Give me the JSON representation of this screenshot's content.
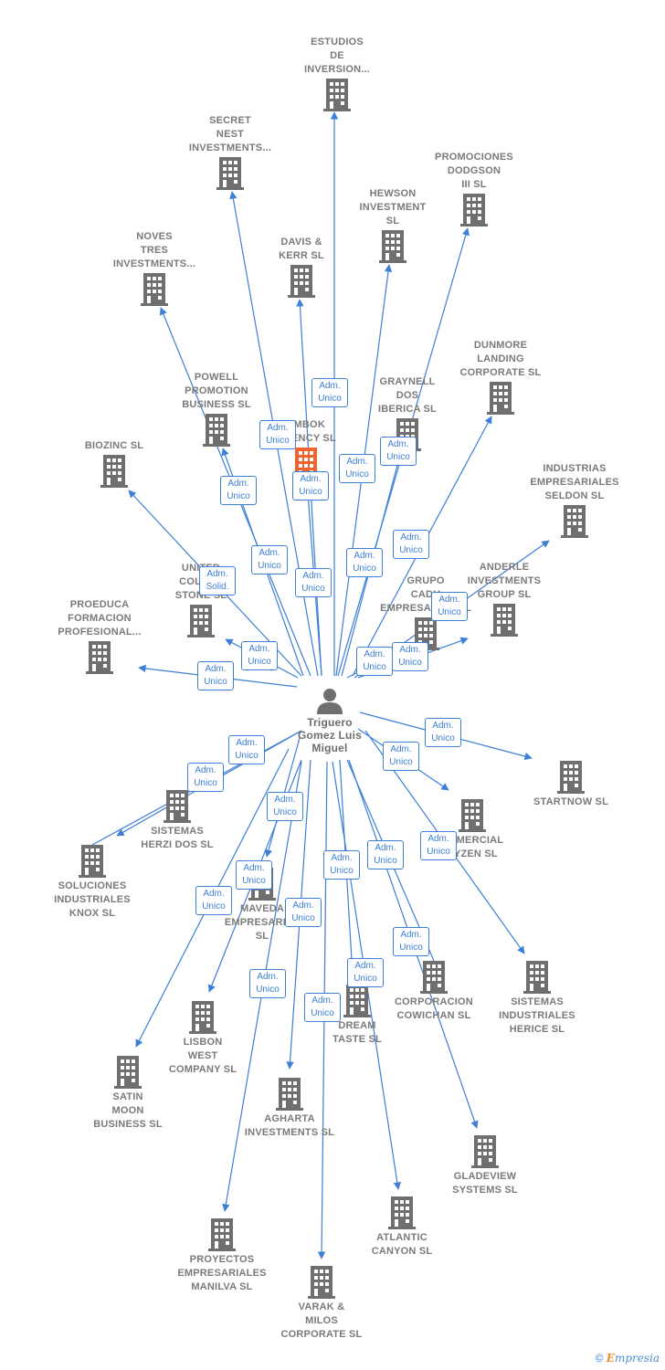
{
  "center": {
    "name": "Triguero\nGomez Luis\nMiguel",
    "icon": "person-icon"
  },
  "colors": {
    "edge": "#3d7fd6",
    "building": "#6f6f6f",
    "highlight": "#f0622e",
    "label": "#7a7a7a"
  },
  "companies": [
    {
      "name": "ESTUDIOS\nDE\nINVERSION...",
      "icon": "building-icon"
    },
    {
      "name": "SECRET\nNEST\nINVESTMENTS...",
      "icon": "building-icon"
    },
    {
      "name": "PROMOCIONES\nDODGSON\nIII SL",
      "icon": "building-icon"
    },
    {
      "name": "HEWSON\nINVESTMENT\nSL",
      "icon": "building-icon"
    },
    {
      "name": "DAVIS &\nKERR SL",
      "icon": "building-icon"
    },
    {
      "name": "NOVES\nTRES\nINVESTMENTS...",
      "icon": "building-icon"
    },
    {
      "name": "DUNMORE\nLANDING\nCORPORATE SL",
      "icon": "building-icon"
    },
    {
      "name": "POWELL\nPROMOTION\nBUSINESS  SL",
      "icon": "building-icon"
    },
    {
      "name": "GRAYNELL\nDOS\nIBERICA  SL",
      "icon": "building-icon"
    },
    {
      "name": "EMBOK\nAGENCY  SL",
      "icon": "building-icon",
      "highlight": true
    },
    {
      "name": "BIOZINC SL",
      "icon": "building-icon"
    },
    {
      "name": "INDUSTRIAS\nEMPRESARIALES\nSELDON SL",
      "icon": "building-icon"
    },
    {
      "name": "UNITED\nCOLOSS\nSTONE SL",
      "icon": "building-icon"
    },
    {
      "name": "ANDERLE\nINVESTMENTS\nGROUP SL",
      "icon": "building-icon"
    },
    {
      "name": "GRUPO\nCADU\nEMPRESARIAL SL",
      "icon": "building-icon"
    },
    {
      "name": "PROEDUCA\nFORMACION\nPROFESIONAL...",
      "icon": "building-icon"
    },
    {
      "name": "STARTNOW SL",
      "icon": "building-icon"
    },
    {
      "name": "SISTEMAS\nHERZI DOS SL",
      "icon": "building-icon"
    },
    {
      "name": "COMERCIAL\nRYZEN SL",
      "icon": "building-icon"
    },
    {
      "name": "SOLUCIONES\nINDUSTRIALES\nKNOX SL",
      "icon": "building-icon"
    },
    {
      "name": "MAVEDA\nEMPRESARIAL\nSL",
      "icon": "building-icon"
    },
    {
      "name": "SISTEMAS\nINDUSTRIALES\nHERICE  SL",
      "icon": "building-icon"
    },
    {
      "name": "CORPORACION\nCOWICHAN SL",
      "icon": "building-icon"
    },
    {
      "name": "DREAM\nTASTE SL",
      "icon": "building-icon"
    },
    {
      "name": "LISBON\nWEST\nCOMPANY  SL",
      "icon": "building-icon"
    },
    {
      "name": "SATIN\nMOON\nBUSINESS SL",
      "icon": "building-icon"
    },
    {
      "name": "AGHARTA\nINVESTMENTS SL",
      "icon": "building-icon"
    },
    {
      "name": "GLADEVIEW\nSYSTEMS  SL",
      "icon": "building-icon"
    },
    {
      "name": "ATLANTIC\nCANYON SL",
      "icon": "building-icon"
    },
    {
      "name": "PROYECTOS\nEMPRESARIALES\nMANILVA SL",
      "icon": "building-icon"
    },
    {
      "name": "VARAK &\nMILOS\nCORPORATE SL",
      "icon": "building-icon"
    }
  ],
  "roles": {
    "unico": "Adm.\nUnico",
    "solid": "Adm.\nSolid."
  },
  "badges": [
    {
      "role": "unico"
    },
    {
      "role": "unico"
    },
    {
      "role": "unico"
    },
    {
      "role": "unico"
    },
    {
      "role": "unico"
    },
    {
      "role": "unico"
    },
    {
      "role": "unico"
    },
    {
      "role": "unico"
    },
    {
      "role": "unico"
    },
    {
      "role": "solid"
    },
    {
      "role": "unico"
    },
    {
      "role": "unico"
    },
    {
      "role": "unico"
    },
    {
      "role": "unico"
    },
    {
      "role": "unico"
    },
    {
      "role": "unico"
    },
    {
      "role": "unico"
    },
    {
      "role": "unico"
    },
    {
      "role": "unico"
    },
    {
      "role": "unico"
    },
    {
      "role": "unico"
    },
    {
      "role": "unico"
    },
    {
      "role": "unico"
    },
    {
      "role": "unico"
    },
    {
      "role": "unico"
    },
    {
      "role": "unico"
    },
    {
      "role": "unico"
    },
    {
      "role": "unico"
    },
    {
      "role": "unico"
    },
    {
      "role": "unico"
    },
    {
      "role": "unico"
    }
  ],
  "footer": {
    "symbol": "©",
    "brand_initial": "E",
    "brand_rest": "mpresia"
  }
}
